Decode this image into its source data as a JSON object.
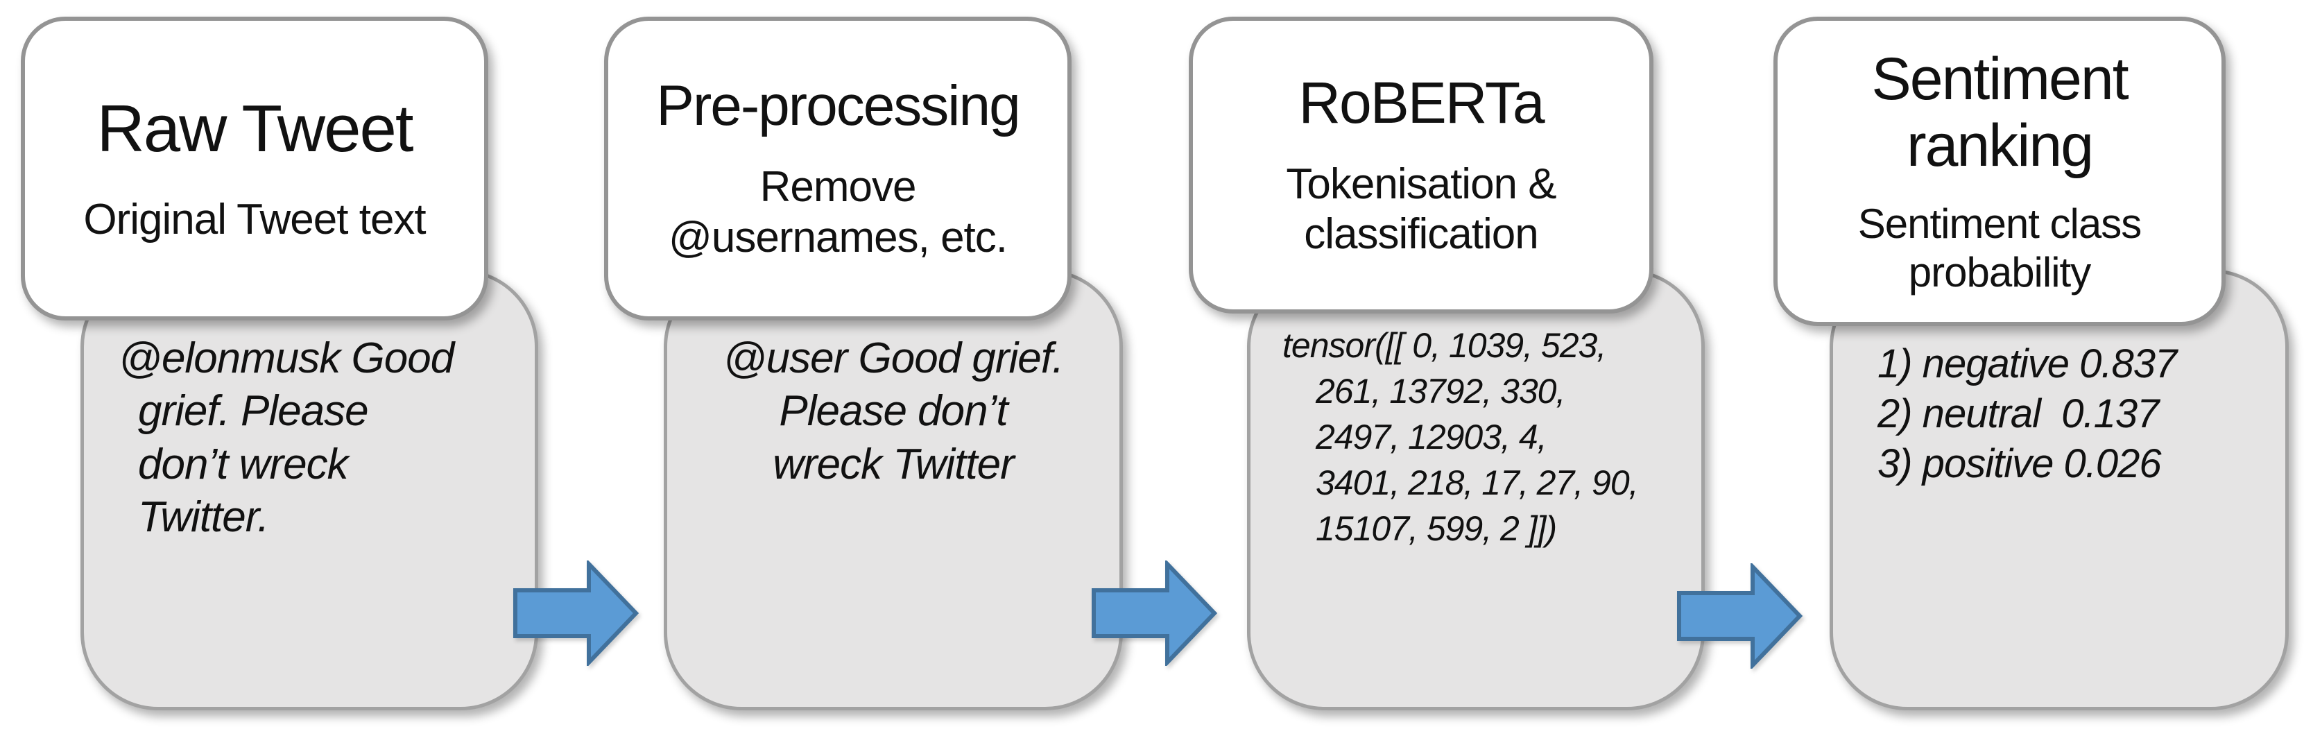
{
  "page": {
    "background": "#ffffff"
  },
  "palette": {
    "arrow_fill": "#5b9bd5",
    "arrow_border": "#41719c",
    "gray_card_fill": "#e5e4e4",
    "card_border_gray": "#a2a2a2",
    "white_card_border": "#949494",
    "text_color": "#111111"
  },
  "diagram": {
    "stages": [
      {
        "title": "Raw Tweet",
        "subtitle_lines": [
          "Original Tweet text"
        ],
        "output_lines": [
          "@elonmusk Good",
          "grief. Please",
          "don’t wreck",
          "Twitter."
        ]
      },
      {
        "title": "Pre-processing",
        "subtitle_lines": [
          "Remove",
          "@usernames, etc."
        ],
        "output_lines": [
          "@user Good grief.",
          "Please don’t",
          "wreck Twitter"
        ]
      },
      {
        "title": "RoBERTa",
        "subtitle_lines": [
          "Tokenisation &",
          "classification"
        ],
        "output_lines": [
          "tensor([[ 0, 1039, 523,",
          "261, 13792, 330,",
          "2497, 12903, 4,",
          "3401, 218, 17, 27, 90,",
          "15107, 599, 2 ]])"
        ]
      },
      {
        "title": "Sentiment ranking",
        "subtitle_lines": [
          "Sentiment class",
          "probability"
        ],
        "output_lines": [
          "1) negative 0.837",
          "2) neutral  0.137",
          "3) positive 0.026"
        ]
      }
    ]
  }
}
